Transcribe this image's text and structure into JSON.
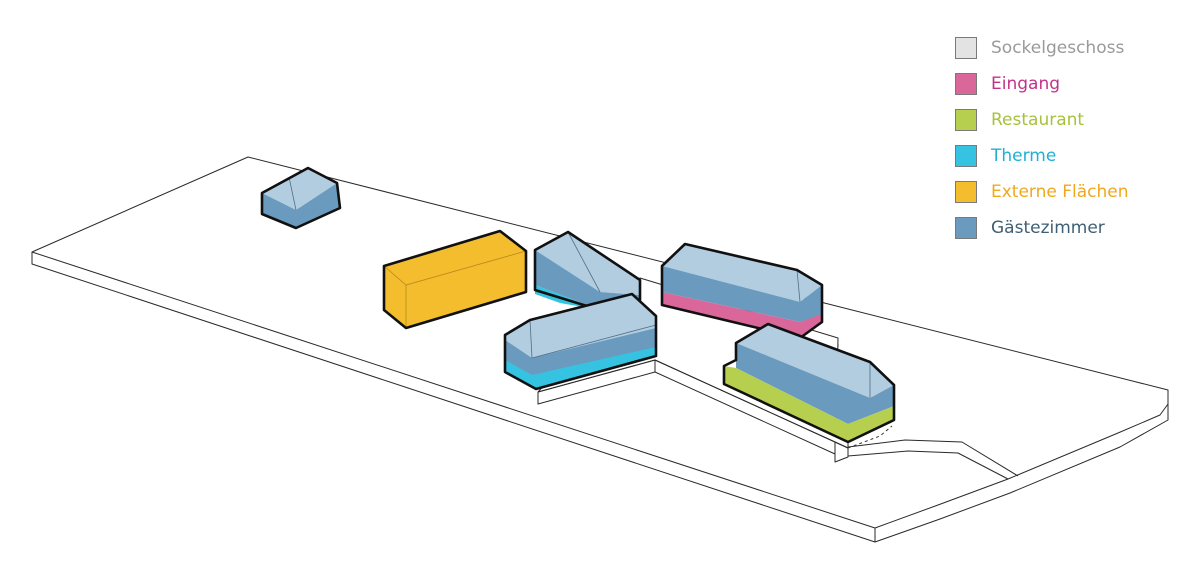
{
  "legend": {
    "items": [
      {
        "label": "Sockelgeschoss",
        "color": "#e3e3e3",
        "text_color": "#9a9a9a"
      },
      {
        "label": "Eingang",
        "color": "#d9679a",
        "text_color": "#c4318a"
      },
      {
        "label": "Restaurant",
        "color": "#b7cf4f",
        "text_color": "#a7c23a"
      },
      {
        "label": "Therme",
        "color": "#35c3e1",
        "text_color": "#1fb0d8"
      },
      {
        "label": "Externe Flächen",
        "color": "#f3bd2e",
        "text_color": "#f0a81e"
      },
      {
        "label": "Gästezimmer",
        "color": "#6a9bbe",
        "text_color": "#3e5f74"
      }
    ]
  },
  "colors": {
    "roof": "#b3cde0",
    "site_fill": "#ffffff",
    "podium_fill": "#e6e6e6"
  }
}
